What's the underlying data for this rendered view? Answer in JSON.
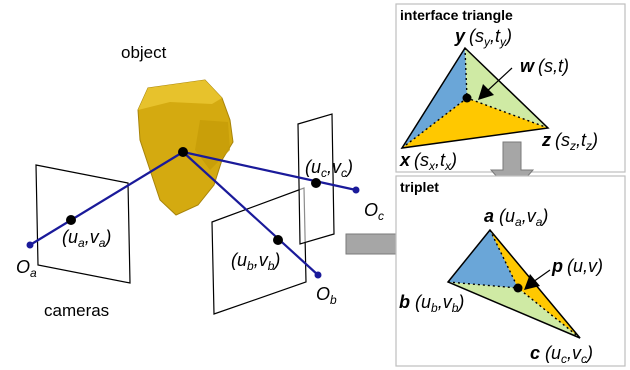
{
  "labels": {
    "object": "object",
    "cameras": "cameras",
    "interface_title": "interface triangle",
    "triplet_title": "triplet"
  },
  "cameras": [
    {
      "center": "O",
      "center_sub": "a",
      "coord_u": "u",
      "coord_u_sub": "a",
      "coord_v": "v",
      "coord_v_sub": "a"
    },
    {
      "center": "O",
      "center_sub": "b",
      "coord_u": "u",
      "coord_u_sub": "b",
      "coord_v": "v",
      "coord_v_sub": "b"
    },
    {
      "center": "O",
      "center_sub": "c",
      "coord_u": "u",
      "coord_u_sub": "c",
      "coord_v": "v",
      "coord_v_sub": "c"
    }
  ],
  "interface_triangle": {
    "vertices": [
      {
        "name": "y",
        "s": "s",
        "s_sub": "y",
        "t": "t",
        "t_sub": "y"
      },
      {
        "name": "x",
        "s": "s",
        "s_sub": "x",
        "t": "t",
        "t_sub": "x"
      },
      {
        "name": "z",
        "s": "s",
        "s_sub": "z",
        "t": "t",
        "t_sub": "z"
      }
    ],
    "point": {
      "name": "w",
      "coords": "(s,t)"
    }
  },
  "triplet": {
    "vertices": [
      {
        "name": "a",
        "u": "u",
        "u_sub": "a",
        "v": "v",
        "v_sub": "a"
      },
      {
        "name": "b",
        "u": "u",
        "u_sub": "b",
        "v": "v",
        "v_sub": "b"
      },
      {
        "name": "c",
        "u": "u",
        "u_sub": "c",
        "v": "v",
        "v_sub": "c"
      }
    ],
    "point": {
      "name": "p",
      "coords": "(u,v)"
    }
  },
  "colors": {
    "blue_region": "#6aa6d8",
    "green_region": "#cfeaa4",
    "yellow_region": "#ffc800",
    "ray": "#1a1a9a",
    "object": "#d4aa10",
    "arrow_gray": "#a6a6a6"
  }
}
